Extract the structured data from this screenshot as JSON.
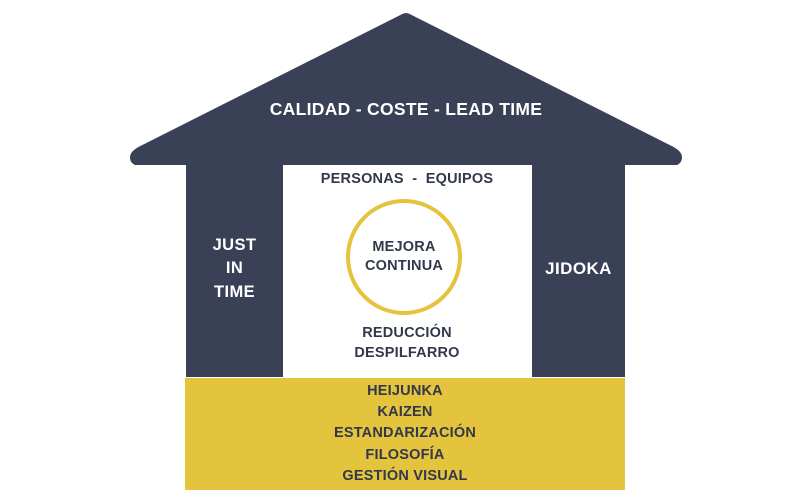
{
  "diagram": {
    "title": "Casa Lean / Lean House",
    "colors": {
      "navy": "#3a4055",
      "text_navy": "#32384b",
      "gold": "#e3c43c",
      "white": "#ffffff",
      "background": "#ffffff"
    }
  },
  "roof": {
    "label": "CALIDAD - COSTE - LEAD TIME"
  },
  "pillars": {
    "left": {
      "label": "JUST\nIN\nTIME"
    },
    "right": {
      "label": "JIDOKA"
    }
  },
  "center": {
    "top_label": "PERSONAS  -  EQUIPOS",
    "circle_label": "MEJORA\nCONTINUA",
    "bottom_label": "REDUCCIÓN\nDESPILFARRO"
  },
  "foundation": {
    "items": [
      "HEIJUNKA",
      "KAIZEN",
      "ESTANDARIZACIÓN",
      "FILOSOFÍA",
      "GESTIÓN VISUAL"
    ]
  }
}
